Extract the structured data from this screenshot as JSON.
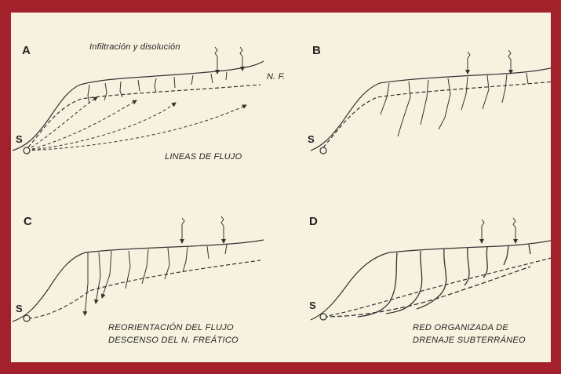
{
  "panels": {
    "a": {
      "letter": "A",
      "source": "S",
      "top_note": "Infiltración y disolución",
      "water_table": "N. F.",
      "caption": "LINEAS DE FLUJO"
    },
    "b": {
      "letter": "B",
      "source": "S"
    },
    "c": {
      "letter": "C",
      "source": "S",
      "caption_line1": "REORIENTACIÓN DEL FLUJO",
      "caption_line2": "DESCENSO DEL N. FREÁTICO"
    },
    "d": {
      "letter": "D",
      "source": "S",
      "caption_line1": "RED ORGANIZADA DE",
      "caption_line2": "DRENAJE SUBTERRÁNEO"
    }
  },
  "colors": {
    "border": "#a3212a",
    "paper": "#f7f2df",
    "ink": "#333333"
  }
}
